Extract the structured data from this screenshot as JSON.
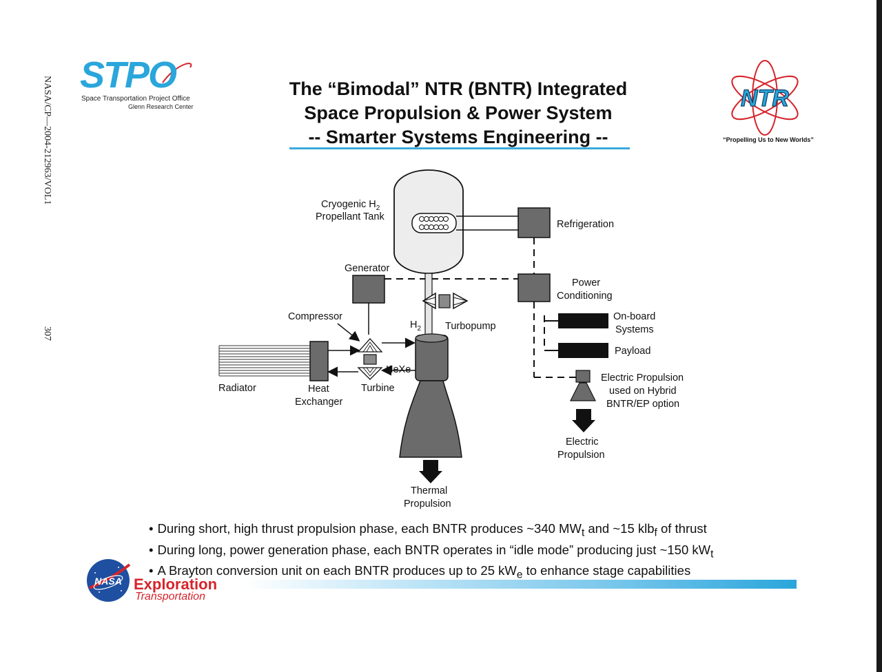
{
  "side": {
    "doc_id": "NASA/CP—2004-212963/VOL1",
    "page_number": "307"
  },
  "stpo": {
    "mark": "STPO",
    "line1": "Space Transportation Project Office",
    "line2": "Glenn Research Center"
  },
  "title": {
    "line1": "The “Bimodal” NTR (BNTR) Integrated",
    "line2": "Space Propulsion & Power System",
    "line3": "-- Smarter Systems Engineering --"
  },
  "ntr": {
    "mark": "NTR",
    "tagline": "“Propelling Us to New Worlds”"
  },
  "diagram": {
    "tank_line1": "Cryogenic H",
    "tank_sub": "2",
    "tank_line2": "Propellant Tank",
    "refrigeration": "Refrigeration",
    "generator": "Generator",
    "power_line1": "Power",
    "power_line2": "Conditioning",
    "compressor": "Compressor",
    "h2": "H",
    "h2_sub": "2",
    "turbopump": "Turbopump",
    "onboard_line1": "On-board",
    "onboard_line2": "Systems",
    "payload": "Payload",
    "hexe": "HeXe",
    "radiator": "Radiator",
    "heat_line1": "Heat",
    "heat_line2": "Exchanger",
    "turbine": "Turbine",
    "ep_line1": "Electric Propulsion",
    "ep_line2": "used on Hybrid",
    "ep_line3": "BNTR/EP option",
    "electric_line1": "Electric",
    "electric_line2": "Propulsion",
    "thermal_line1": "Thermal",
    "thermal_line2": "Propulsion"
  },
  "bullets": {
    "b1_a": "During short, high thrust propulsion phase, each BNTR produces ~340 MW",
    "b1_sub1": "t",
    "b1_b": " and ~15 klb",
    "b1_sub2": "f",
    "b1_c": " of thrust",
    "b2_a": "During long, power generation phase, each BNTR operates in “idle mode” producing just ~150 kW",
    "b2_sub": "t",
    "b3_a": "A Brayton conversion unit on each BNTR produces up to 25 kW",
    "b3_sub": "e",
    "b3_b": " to enhance stage capabilities"
  },
  "footer": {
    "nasa": "NASA",
    "title": "Exploration",
    "subtitle": "Transportation"
  },
  "colors": {
    "accent_blue": "#2aa6db",
    "nasa_red": "#d6232a",
    "component_gray": "#6b6b6b"
  }
}
